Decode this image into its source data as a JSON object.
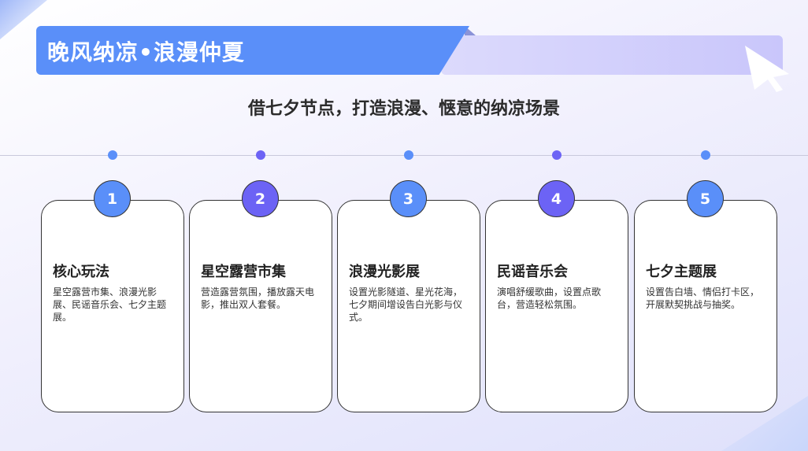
{
  "header": {
    "title": "晚风纳凉•浪漫仲夏",
    "subtitle": "借七夕节点，打造浪漫、惬意的纳凉场景"
  },
  "colors": {
    "blue": "#5a8ff9",
    "purple": "#6c63f5"
  },
  "steps": [
    {
      "number": "1",
      "title": "核心玩法",
      "desc": "星空露营市集、浪漫光影展、民谣音乐会、七夕主题展。",
      "color": "#5a8ff9"
    },
    {
      "number": "2",
      "title": "星空露营市集",
      "desc": "营造露营氛围，播放露天电影，推出双人套餐。",
      "color": "#6c63f5"
    },
    {
      "number": "3",
      "title": "浪漫光影展",
      "desc": "设置光影隧道、星光花海，七夕期间增设告白光影与仪式。",
      "color": "#5a8ff9"
    },
    {
      "number": "4",
      "title": "民谣音乐会",
      "desc": "演唱舒缓歌曲，设置点歌台，营造轻松氛围。",
      "color": "#6c63f5"
    },
    {
      "number": "5",
      "title": "七夕主题展",
      "desc": "设置告白墙、情侣打卡区，开展默契挑战与抽奖。",
      "color": "#5a8ff9"
    }
  ]
}
